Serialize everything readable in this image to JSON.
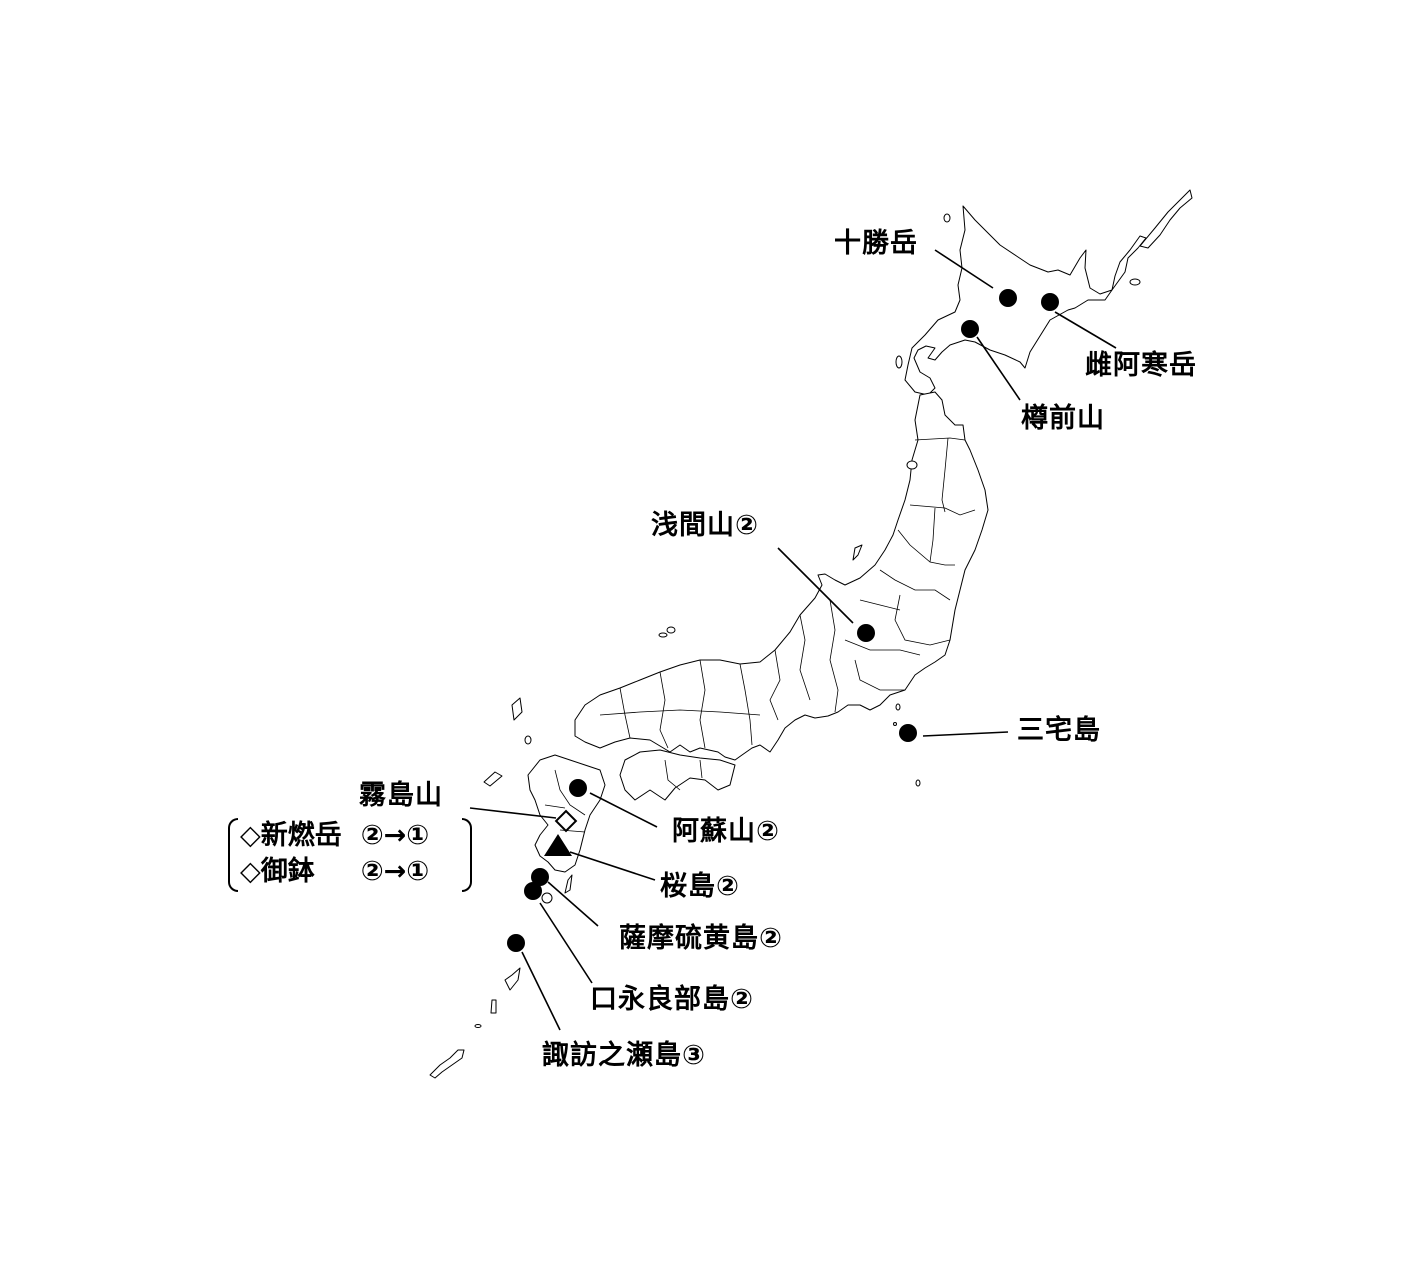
{
  "map": {
    "subject": "Japan volcanic alert levels",
    "legend_symbols": {
      "filled-circle": "volcano marker",
      "filled-triangle": "raised alert marker",
      "open-diamond": "lowered alert marker"
    },
    "volcanoes": [
      {
        "id": "tokachidake",
        "label": "十勝岳",
        "symbol": "filled-circle"
      },
      {
        "id": "meakandake",
        "label": "雌阿寒岳",
        "symbol": "filled-circle"
      },
      {
        "id": "tarumaesan",
        "label": "樽前山",
        "symbol": "filled-circle"
      },
      {
        "id": "asamayama",
        "label": "浅間山②",
        "symbol": "filled-circle"
      },
      {
        "id": "miyakejima",
        "label": "三宅島",
        "symbol": "filled-circle"
      },
      {
        "id": "asosan",
        "label": "阿蘇山②",
        "symbol": "filled-circle"
      },
      {
        "id": "sakurajima",
        "label": "桜島②",
        "symbol": "filled-triangle"
      },
      {
        "id": "satsuma-iojima",
        "label": "薩摩硫黄島②",
        "symbol": "filled-circle"
      },
      {
        "id": "kuchinoerabujima",
        "label": "口永良部島②",
        "symbol": "filled-circle"
      },
      {
        "id": "suwanosejima",
        "label": "諏訪之瀬島③",
        "symbol": "filled-circle"
      }
    ],
    "kirishimayama": {
      "label": "霧島山",
      "symbol": "open-diamond",
      "subvents": [
        {
          "marker": "◇",
          "name": "新燃岳",
          "change": "②→①"
        },
        {
          "marker": "◇",
          "name": "御鉢",
          "change": "②→①"
        }
      ]
    }
  }
}
